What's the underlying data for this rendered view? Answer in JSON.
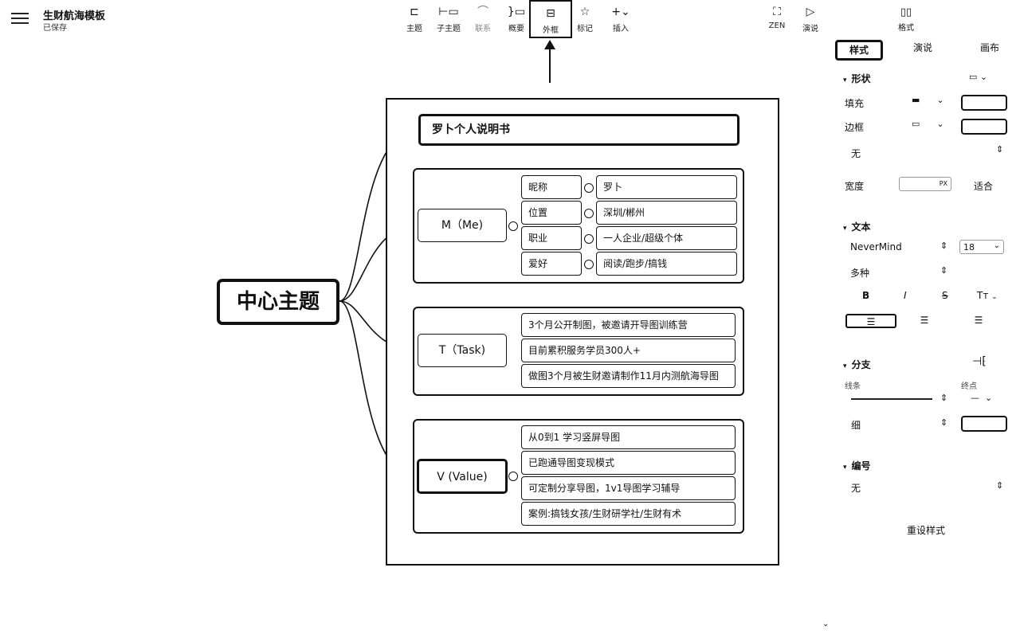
{
  "app": {
    "title": "生财航海模板",
    "status": "已保存"
  },
  "toolbar": {
    "items": [
      {
        "label": "主题",
        "icon": "topic-icon"
      },
      {
        "label": "子主题",
        "icon": "subtopic-icon"
      },
      {
        "label": "联系",
        "icon": "relationship-icon"
      },
      {
        "label": "概要",
        "icon": "summary-icon"
      },
      {
        "label": "外框",
        "icon": "boundary-icon"
      },
      {
        "label": "标记",
        "icon": "star-icon"
      },
      {
        "label": "插入",
        "icon": "plus-icon"
      }
    ],
    "right_items": [
      {
        "label": "ZEN",
        "icon": "fullscreen-icon"
      },
      {
        "label": "演说",
        "icon": "play-icon"
      }
    ],
    "format_label": "格式"
  },
  "mindmap": {
    "central": "中心主题",
    "title_node": "罗卜个人说明书",
    "groups": [
      {
        "label": "M（Me)",
        "items": [
          "昵称",
          "位置",
          "职业",
          "爱好"
        ],
        "values": [
          "罗卜",
          "深圳/郴州",
          "一人企业/超级个体",
          "阅读/跑步/搞钱"
        ]
      },
      {
        "label": "T（Task)",
        "items": [
          "3个月公开制图，被邀请开导图训练营",
          "目前累积服务学员300人+",
          "做图3个月被生财邀请制作11月内测航海导图"
        ]
      },
      {
        "label": "V (Value)",
        "items": [
          "从0到1 学习竖屏导图",
          "已跑通导图变现模式",
          "可定制分享导图，1v1导图学习辅导",
          "案例:搞钱女孩/生财研学社/生财有术"
        ]
      }
    ]
  },
  "panel": {
    "tabs": [
      "样式",
      "演说",
      "画布"
    ],
    "shape": {
      "title": "形状",
      "fill_label": "填充",
      "border_label": "边框",
      "border_style": "无",
      "width_label": "宽度",
      "width_unit": "PX",
      "fit_label": "适合"
    },
    "text": {
      "title": "文本",
      "font": "NeverMind",
      "size": "18",
      "weight": "多种",
      "bold": "B",
      "italic": "I",
      "strike": "S",
      "case": "Tт"
    },
    "branch": {
      "title": "分支",
      "line_label": "线条",
      "endpoint_label": "终点",
      "thickness": "细"
    },
    "numbering": {
      "title": "编号",
      "value": "无"
    },
    "reset_label": "重设样式"
  }
}
